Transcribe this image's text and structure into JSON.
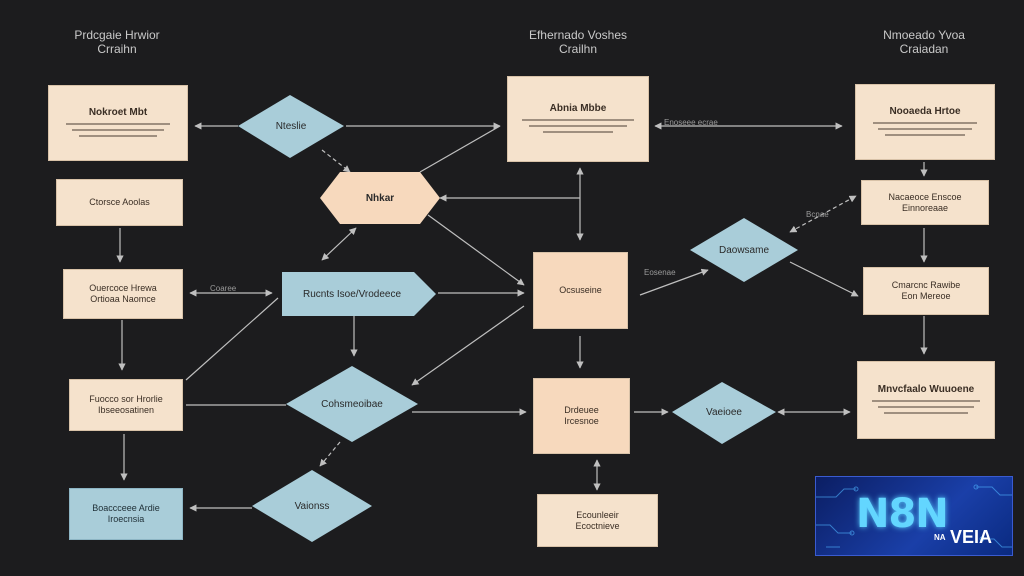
{
  "columns": [
    {
      "title": "Prdcgaie Hrwior",
      "subtitle": "Crraihn"
    },
    {
      "title": "Efhernado Voshes",
      "subtitle": "Crailhn"
    },
    {
      "title": "Nmoeado Yvoa",
      "subtitle": "Craiadan"
    }
  ],
  "nodes": {
    "n1_title": "Nokroet Mbt",
    "n2": "Ctorsce Aoolas",
    "n3": "Ouercoce Hrewa",
    "n3b": "Ortioaa Naomce",
    "n4": "Fuocco sor Hrorlie",
    "n4b": "Ibseeosatinen",
    "n5": "Boaccceee Ardie",
    "n5b": "Iroecnsia",
    "d1": "Nteslie",
    "hex": "Nhkar",
    "pent": "Rucnts Isoe/Vrodeece",
    "d2": "Cohsmeoibae",
    "d3": "Vaionss",
    "m1_title": "Abnia Mbbe",
    "m2": "Ocsuseine",
    "m3": "Drdeuee",
    "m3b": "Ircesnoe",
    "m4": "Ecounleeir",
    "m4b": "Ecoctnieve",
    "d4": "Daowsame",
    "d5": "Vaeioee",
    "r1_title": "Nooaeda Hrtoe",
    "r2": "Nacaeoce Enscoe",
    "r2b": "Einnoreaae",
    "r3": "Cmarcnc Rawibe",
    "r3b": "Eon Mereoe",
    "r4_title": "Mnvcfaalo Wuuoene"
  },
  "edge_labels": {
    "e1": "Coaree",
    "e2": "Enoseee ecrae",
    "e3": "Eosenae",
    "e4": "Bcnae"
  },
  "logo": {
    "main": "N8N",
    "na": "NA",
    "veia": "VEIA"
  },
  "colors": {
    "background": "#1c1c1e",
    "box": "#f5e2cc",
    "decision": "#a9cdd9",
    "hexagon": "#f7d9bd",
    "arrow": "#bfbfbf"
  }
}
